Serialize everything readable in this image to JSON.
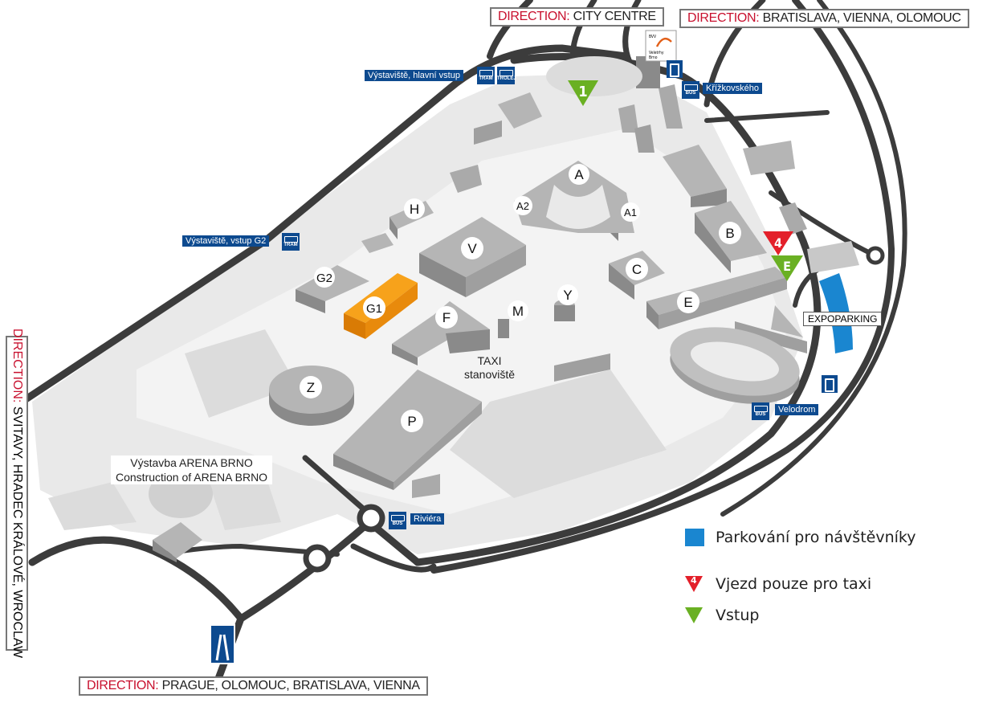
{
  "directions": {
    "prefix": "DIRECTION:",
    "city_centre": "CITY CENTRE",
    "bratislava": "BRATISLAVA, VIENNA, OLOMOUC",
    "svitavy": "SVITAVY, HRADEC KRÁLOVÉ, WROCLAW",
    "prague": "PRAGUE, OLOMOUC, BRATISLAVA, VIENNA"
  },
  "stops": {
    "main_entrance": "Výstaviště, hlavní vstup",
    "g2_entrance": "Výstaviště, vstup G2",
    "krizkovskeho": "Křížkovského",
    "velodrom": "Velodrom",
    "riviera": "Riviéra"
  },
  "icons": {
    "tram": "TRAM",
    "trolej": "TROLEJ",
    "bus": "BUS"
  },
  "logo": {
    "line1": "BVV",
    "line2": "Veletrhy",
    "line3": "Brno"
  },
  "halls": {
    "A": "A",
    "A1": "A1",
    "A2": "A2",
    "B": "B",
    "C": "C",
    "E": "E",
    "F": "F",
    "G1": "G1",
    "G2": "G2",
    "H": "H",
    "M": "M",
    "P": "P",
    "V": "V",
    "Y": "Y",
    "Z": "Z"
  },
  "gates": {
    "gate1": "1",
    "gate4": "4",
    "gateE": "E"
  },
  "places": {
    "taxi_line1": "TAXI",
    "taxi_line2": "stanoviště",
    "arena_cz": "Výstavba ARENA BRNO",
    "arena_en": "Construction of ARENA BRNO",
    "expoparking": "EXPOPARKING"
  },
  "legend": {
    "parking": "Parkování pro návštěvníky",
    "taxi_only": "Vjezd pouze pro taxi",
    "taxi_num": "4",
    "entrance": "Vstup"
  },
  "colors": {
    "highlight": "#f0900a",
    "parking": "#1a86d0",
    "taxi": "#e3202a",
    "entrance": "#6ab023",
    "stop": "#0d4a8f"
  }
}
